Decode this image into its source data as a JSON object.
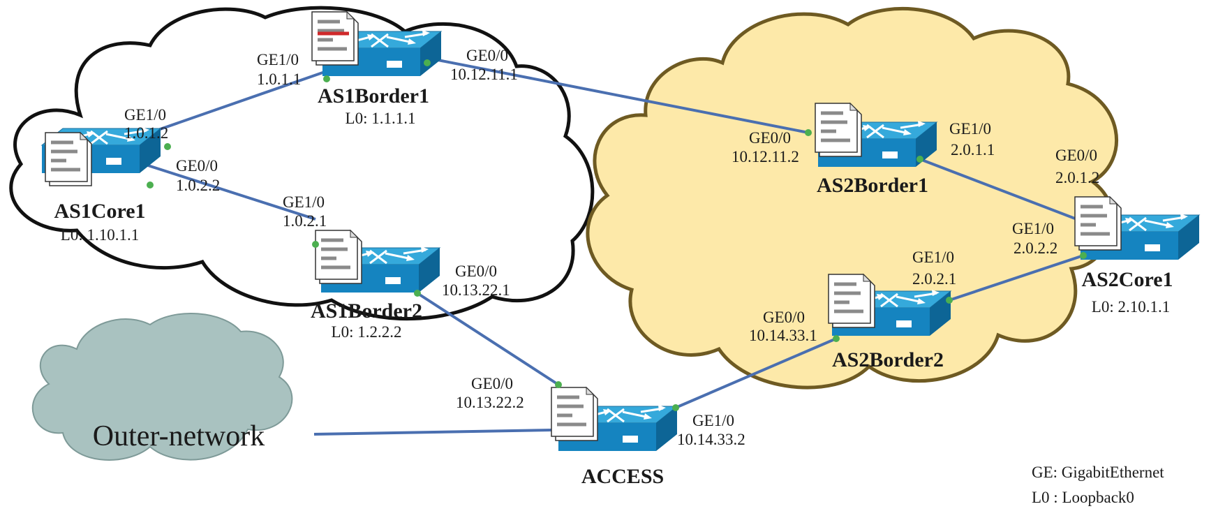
{
  "colors": {
    "link": "#4a6fb0",
    "port": "#4caf50",
    "as1_fill": "#ffffff",
    "as1_stroke": "#111111",
    "as2_fill": "#fde9a9",
    "as2_stroke": "#6e5a22",
    "outer_fill": "#a9c2c0",
    "outer_stroke": "#7e9a98",
    "router_top": "#35a9db",
    "router_front": "#1584c0",
    "router_side": "#0d6596"
  },
  "icons": {
    "router": "router-icon",
    "config": "config-document-icon"
  },
  "outer_network": {
    "label": "Outer-network"
  },
  "devices": {
    "as1core1": {
      "name": "AS1Core1",
      "loopback": "L0: 1.10.1.1"
    },
    "as1border1": {
      "name": "AS1Border1",
      "loopback": "L0: 1.1.1.1"
    },
    "as1border2": {
      "name": "AS1Border2",
      "loopback": "L0: 1.2.2.2"
    },
    "as2border1": {
      "name": "AS2Border1",
      "loopback": ""
    },
    "as2core1": {
      "name": "AS2Core1",
      "loopback": "L0: 2.10.1.1"
    },
    "as2border2": {
      "name": "AS2Border2",
      "loopback": ""
    },
    "access": {
      "name": "ACCESS",
      "loopback": ""
    }
  },
  "interfaces": {
    "as1core1_ge10": {
      "port": "GE1/0",
      "ip": "1.0.1.2"
    },
    "as1core1_ge00": {
      "port": "GE0/0",
      "ip": "1.0.2.2"
    },
    "as1border1_ge10": {
      "port": "GE1/0",
      "ip": "1.0.1.1"
    },
    "as1border1_ge00": {
      "port": "GE0/0",
      "ip": "10.12.11.1"
    },
    "as1border2_ge10": {
      "port": "GE1/0",
      "ip": "1.0.2.1"
    },
    "as1border2_ge00": {
      "port": "GE0/0",
      "ip": "10.13.22.1"
    },
    "as2border1_ge00": {
      "port": "GE0/0",
      "ip": "10.12.11.2"
    },
    "as2border1_ge10": {
      "port": "GE1/0",
      "ip": "2.0.1.1"
    },
    "as2core1_ge00": {
      "port": "GE0/0",
      "ip": "2.0.1.2"
    },
    "as2core1_ge10": {
      "port": "GE1/0",
      "ip": "2.0.2.2"
    },
    "as2border2_ge10": {
      "port": "GE1/0",
      "ip": "2.0.2.1"
    },
    "as2border2_ge00": {
      "port": "GE0/0",
      "ip": "10.14.33.1"
    },
    "access_ge00": {
      "port": "GE0/0",
      "ip": "10.13.22.2"
    },
    "access_ge10": {
      "port": "GE1/0",
      "ip": "10.14.33.2"
    }
  },
  "legend": {
    "ge": "GE: GigabitEthernet",
    "l0": "L0 : Loopback0"
  }
}
